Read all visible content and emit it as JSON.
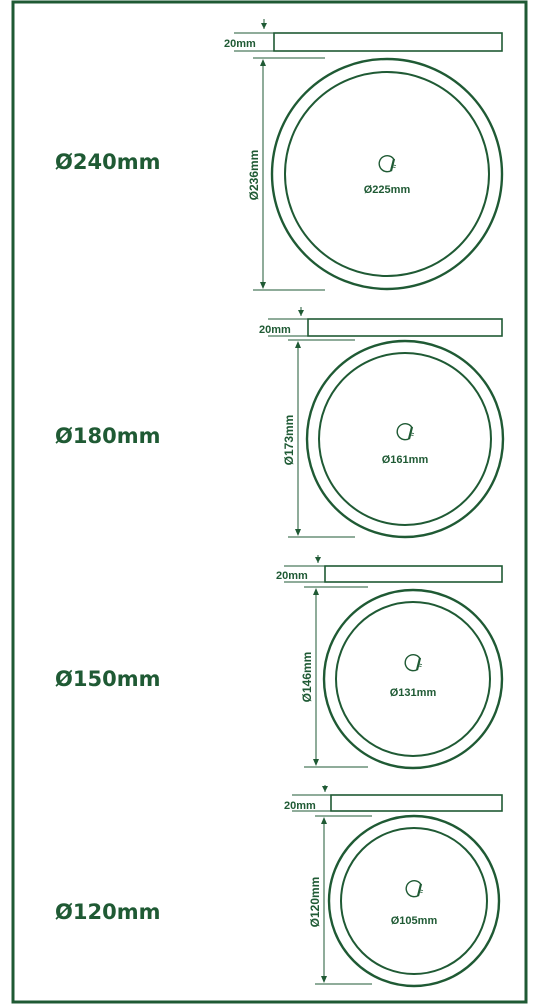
{
  "colors": {
    "stroke": "#1f5a34",
    "text": "#1f5a34",
    "background": "#ffffff"
  },
  "icons": {
    "light_bulb": "light-bulb-icon"
  },
  "products": [
    {
      "label": "Ø240mm",
      "thickness": "20mm",
      "height": "Ø236mm",
      "inner": "Ø225mm"
    },
    {
      "label": "Ø180mm",
      "thickness": "20mm",
      "height": "Ø173mm",
      "inner": "Ø161mm"
    },
    {
      "label": "Ø150mm",
      "thickness": "20mm",
      "height": "Ø146mm",
      "inner": "Ø131mm"
    },
    {
      "label": "Ø120mm",
      "thickness": "20mm",
      "height": "Ø120mm",
      "inner": "Ø105mm"
    }
  ]
}
